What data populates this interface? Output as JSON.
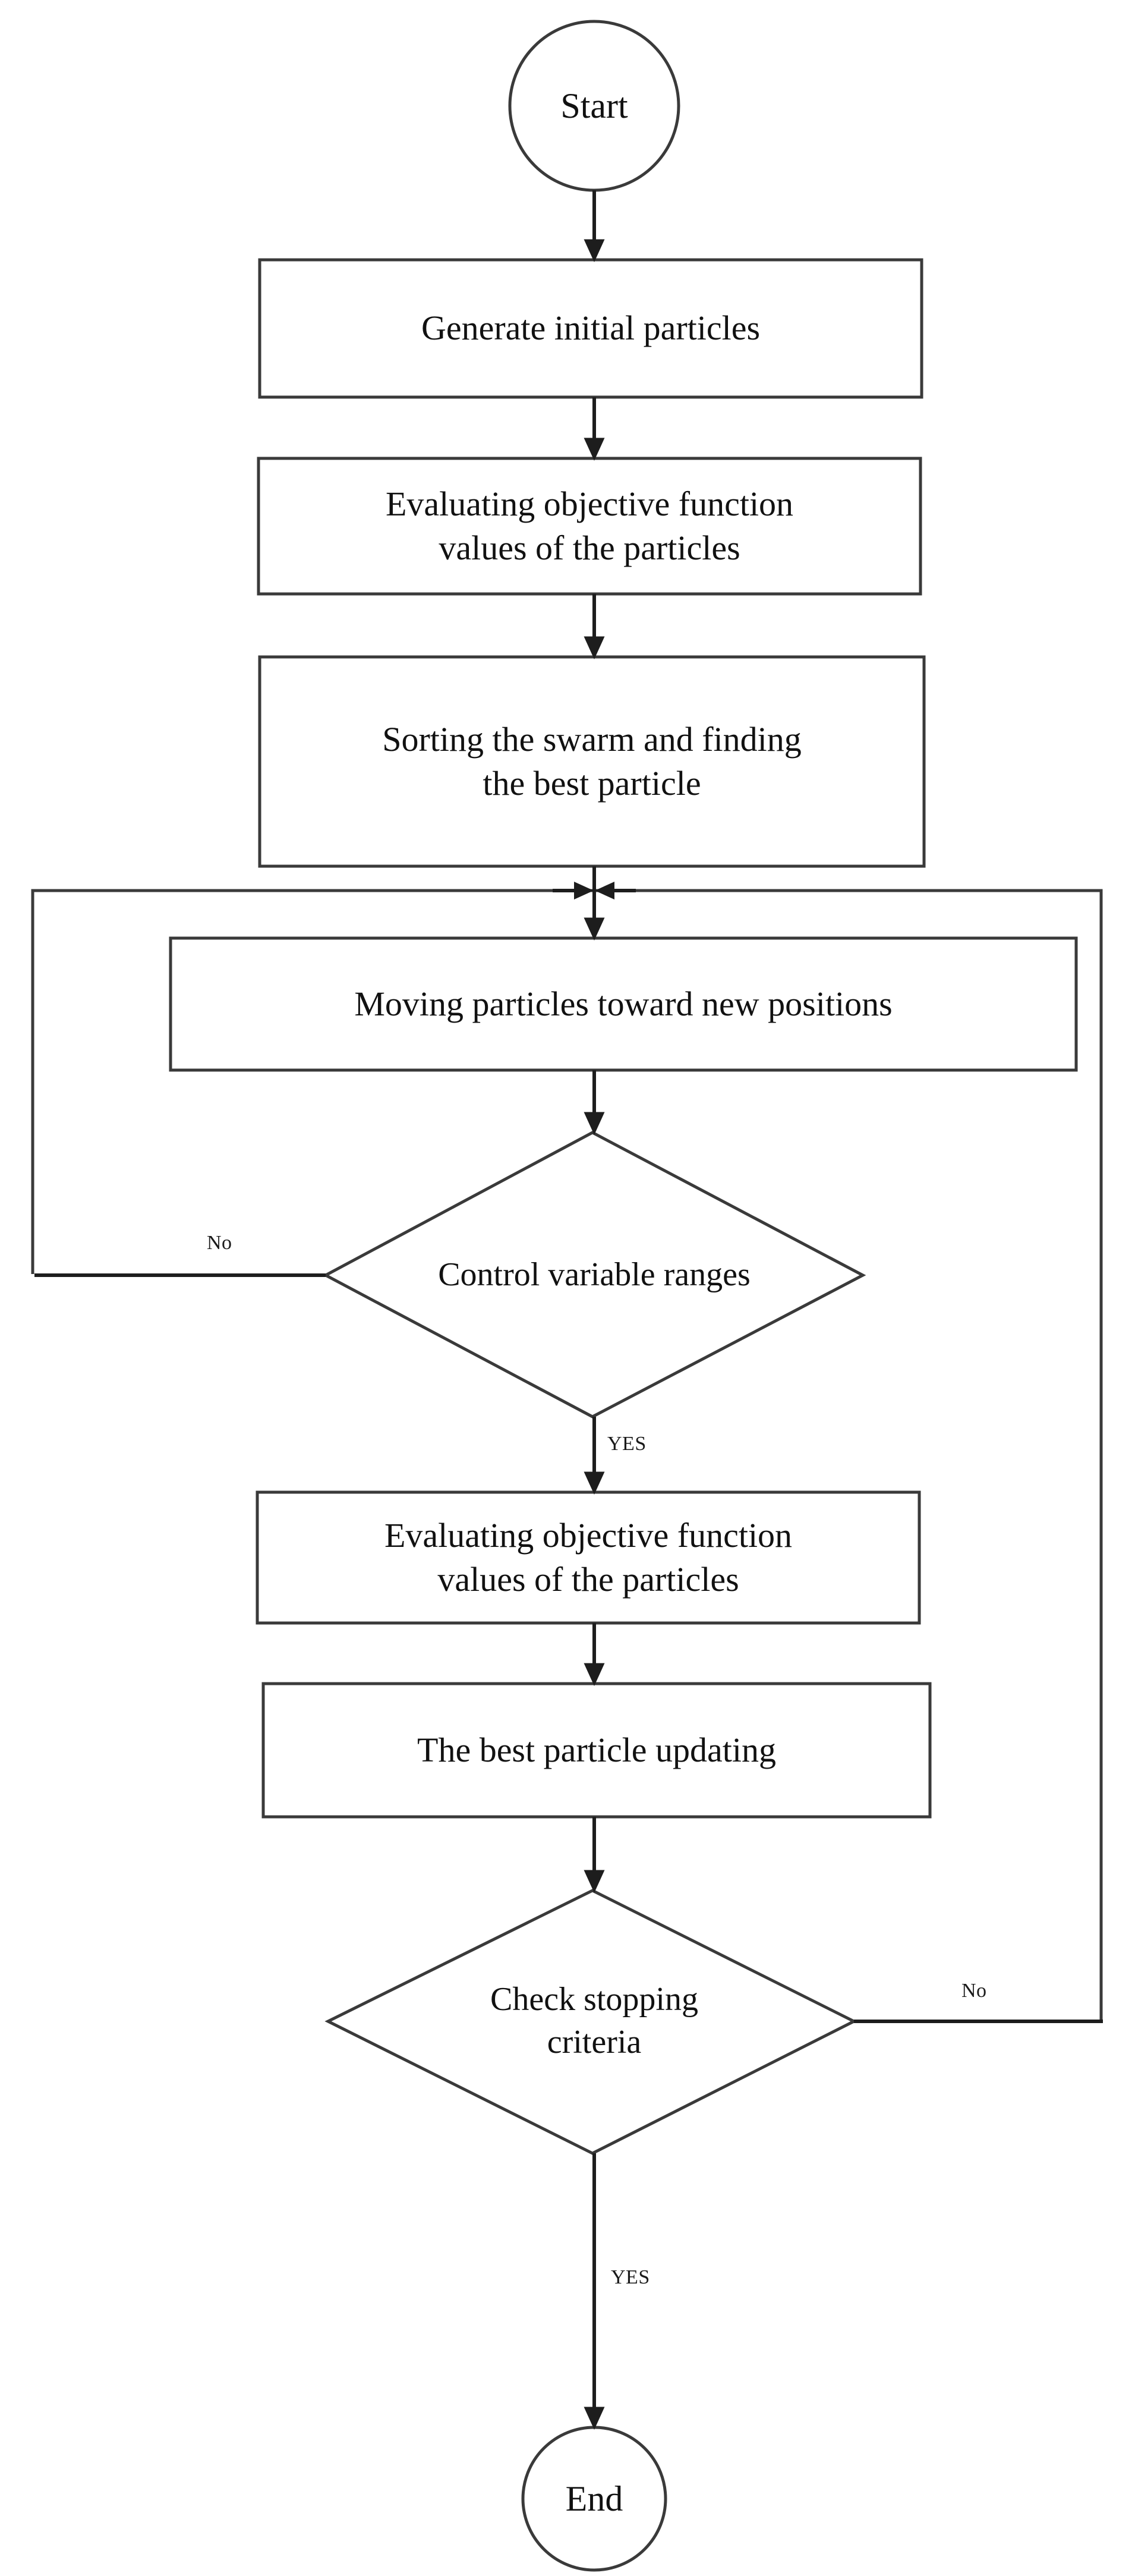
{
  "diagram": {
    "title": "Particle Swarm Optimization flowchart",
    "type": "flowchart",
    "background_color": "#ffffff",
    "stroke_color": "#3a3a3a",
    "text_color": "#111111"
  },
  "nodes": {
    "start": {
      "label": "Start",
      "shape": "circle"
    },
    "generate": {
      "label": "Generate initial particles",
      "shape": "rectangle"
    },
    "evaluate1": {
      "label": "Evaluating objective function\nvalues of the particles",
      "shape": "rectangle"
    },
    "sorting": {
      "label": "Sorting the swarm and finding\nthe best particle",
      "shape": "rectangle"
    },
    "moving": {
      "label": "Moving particles toward new positions",
      "shape": "rectangle"
    },
    "control": {
      "label": "Control variable ranges",
      "shape": "diamond"
    },
    "evaluate2": {
      "label": "Evaluating objective function\nvalues of the particles",
      "shape": "rectangle"
    },
    "update": {
      "label": "The best particle updating",
      "shape": "rectangle"
    },
    "stopping": {
      "label": "Check stopping\ncriteria",
      "shape": "diamond"
    },
    "end": {
      "label": "End",
      "shape": "circle"
    }
  },
  "edge_labels": {
    "control_no": "No",
    "control_yes": "YES",
    "stopping_no": "No",
    "stopping_yes": "YES"
  },
  "edges": [
    {
      "from": "start",
      "to": "generate",
      "label": ""
    },
    {
      "from": "generate",
      "to": "evaluate1",
      "label": ""
    },
    {
      "from": "evaluate1",
      "to": "sorting",
      "label": ""
    },
    {
      "from": "sorting",
      "to": "moving",
      "label": ""
    },
    {
      "from": "moving",
      "to": "control",
      "label": ""
    },
    {
      "from": "control",
      "to": "moving",
      "label": "No"
    },
    {
      "from": "control",
      "to": "evaluate2",
      "label": "YES"
    },
    {
      "from": "evaluate2",
      "to": "update",
      "label": ""
    },
    {
      "from": "update",
      "to": "stopping",
      "label": ""
    },
    {
      "from": "stopping",
      "to": "moving",
      "label": "No"
    },
    {
      "from": "stopping",
      "to": "end",
      "label": "YES"
    }
  ]
}
